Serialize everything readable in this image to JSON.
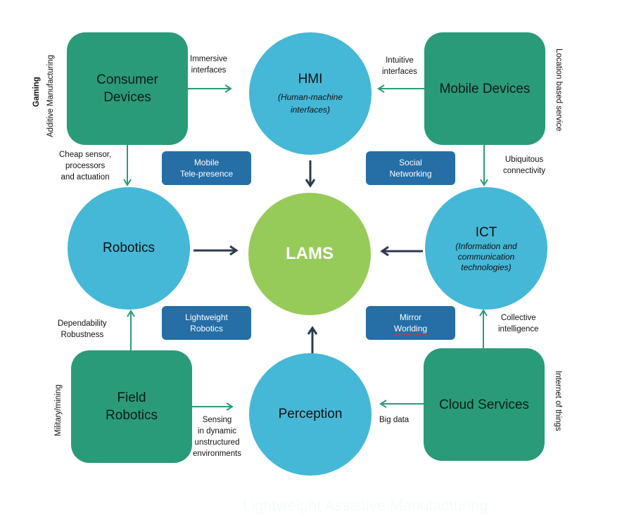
{
  "diagram": {
    "center": {
      "label": "LAMS",
      "color": "#97cb59"
    },
    "circles": {
      "hmi": {
        "title": "HMI",
        "subtitle_line1": "(Human-machine",
        "subtitle_line2": "interfaces)"
      },
      "robotics": {
        "title": "Robotics"
      },
      "ict": {
        "title": "ICT",
        "subtitle_line1": "(Information and",
        "subtitle_line2": "communication",
        "subtitle_line3": "technologies)"
      },
      "perception": {
        "title": "Perception"
      }
    },
    "boxes": {
      "consumer_devices": {
        "line1": "Consumer",
        "line2": "Devices"
      },
      "mobile_devices": {
        "line1": "Mobile Devices"
      },
      "field_robotics": {
        "line1": "Field",
        "line2": "Robotics"
      },
      "cloud_services": {
        "line1": "Cloud Services"
      }
    },
    "tags": {
      "mobile_telepresence": {
        "line1": "Mobile",
        "line2": "Tele-presence"
      },
      "social_networking": {
        "line1": "Social",
        "line2": "Networking"
      },
      "lightweight_robotics": {
        "line1": "Lightweight",
        "line2": "Robotics"
      },
      "mirror_worlding": {
        "line1": "Mirror",
        "line2": "Worlding"
      }
    },
    "edge_labels": {
      "immersive": {
        "line1": "Immersive",
        "line2": "interfaces"
      },
      "intuitive": {
        "line1": "Intuitive",
        "line2": "interfaces"
      },
      "cheap_sensor": {
        "line1": "Cheap sensor,",
        "line2": "processors",
        "line3": "and actuation"
      },
      "ubiquitous": {
        "line1": "Ubiquitous",
        "line2": "connectivity"
      },
      "dependability": {
        "line1": "Dependability",
        "line2": "Robustness"
      },
      "collective": {
        "line1": "Collective",
        "line2": "intelligence"
      },
      "sensing": {
        "line1": "Sensing",
        "line2": "in dynamic",
        "line3": "unstructured",
        "line4": "environments"
      },
      "big_data": {
        "line1": "Big data"
      }
    },
    "side_labels": {
      "gaming": "Gaming",
      "additive_manufacturing": "Additive Manufacturing",
      "location_based_service": "Location based service",
      "military_mining": "Military/mining",
      "internet_of_things": "Internet of things"
    },
    "caption": "Lightweight Assistive Manufacturing",
    "colors": {
      "box_green": "#2a9b78",
      "circle_blue": "#45b8d8",
      "tag_blue": "#256ea6",
      "arrow_green": "#2a9b78",
      "arrow_dark": "#2c3a4c"
    }
  }
}
